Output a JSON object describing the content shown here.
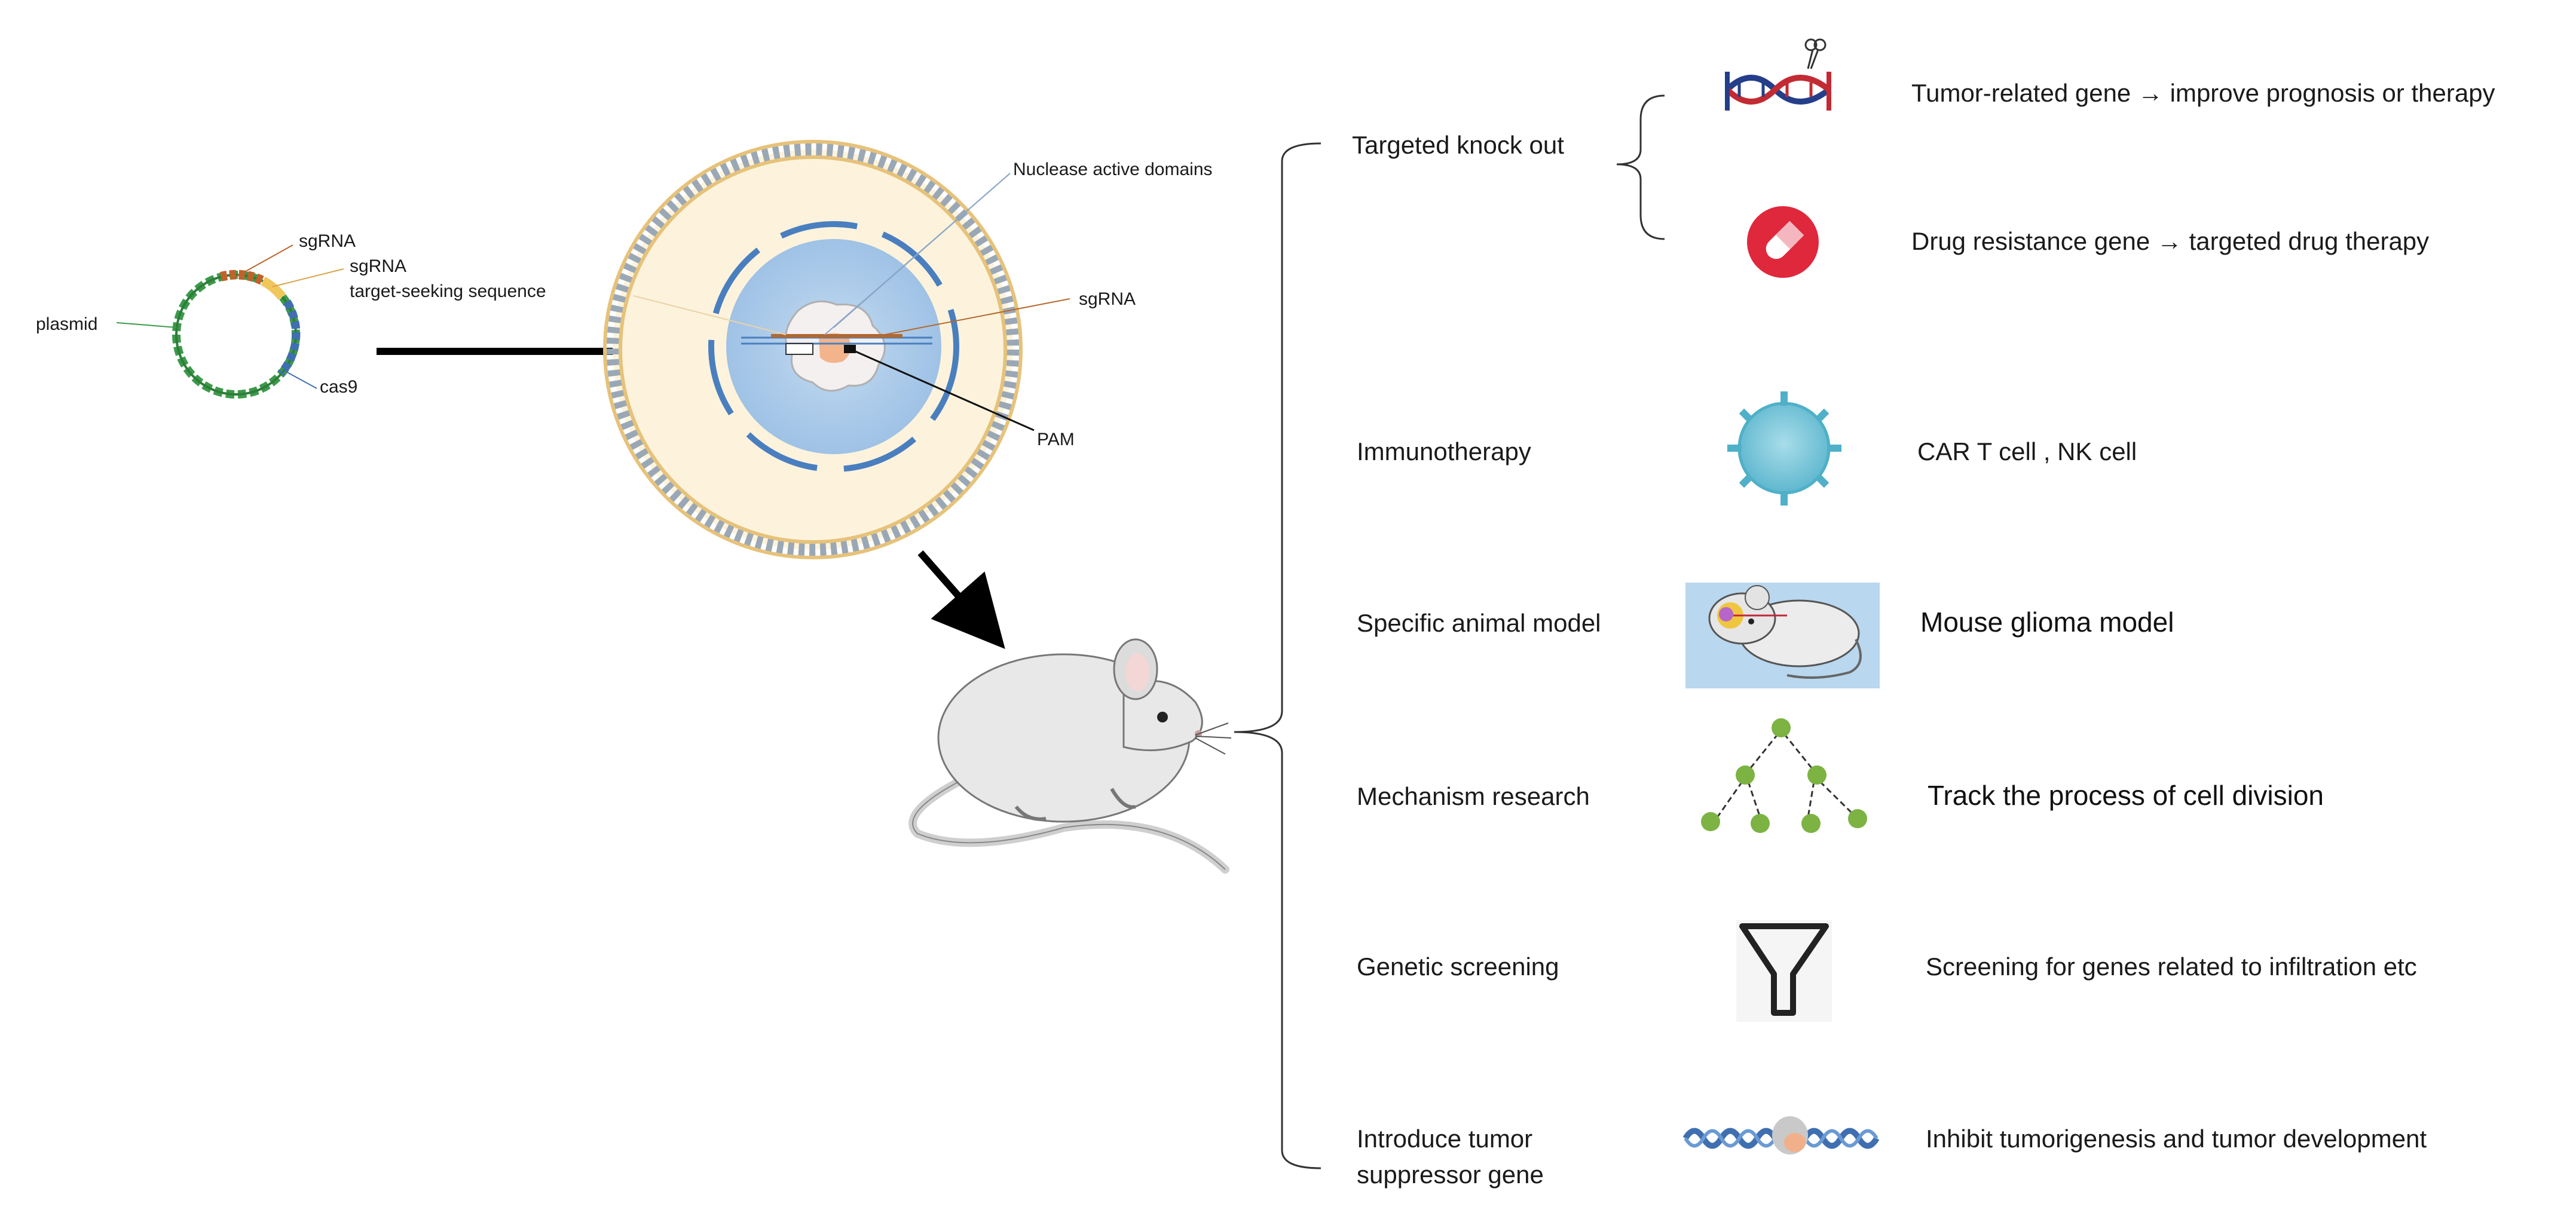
{
  "plasmid": {
    "plasmid_label": "plasmid",
    "sgrna_label": "sgRNA",
    "sgrna_seq_label_1": "sgRNA",
    "sgrna_seq_label_2": "target-seeking sequence",
    "cas9_label": "cas9"
  },
  "cell": {
    "nuclease_label": "Nuclease active domains",
    "sgrna_label": "sgRNA",
    "pam_label": "PAM"
  },
  "applications": [
    {
      "category": [
        "Targeted knock out"
      ],
      "icon": "dna-scissors-icon",
      "description": "Tumor-related gene  →  improve prognosis or therapy"
    },
    {
      "category": [],
      "icon": "pill-icon",
      "description": "Drug resistance gene → targeted drug therapy"
    },
    {
      "category": [
        "Immunotherapy"
      ],
      "icon": "t-cell-icon",
      "description": "CAR T cell , NK cell"
    },
    {
      "category": [
        "Specific animal model"
      ],
      "icon": "mouse-glioma-icon",
      "description": "Mouse glioma model"
    },
    {
      "category": [
        "Mechanism research"
      ],
      "icon": "cell-division-tree-icon",
      "description": "Track the process of cell division"
    },
    {
      "category": [
        "Genetic screening"
      ],
      "icon": "funnel-icon",
      "description": "Screening for genes related to infiltration etc"
    },
    {
      "category": [
        "Introduce tumor",
        "suppressor gene"
      ],
      "icon": "dna-strand-icon",
      "description": "Inhibit tumorigenesis and tumor development"
    }
  ],
  "colors": {
    "plasmid_green": "#3c9a4a",
    "plasmid_blue": "#3f6fb0",
    "membrane": "#b8c4d0",
    "cytoplasm": "#fdf3dc",
    "nucleus": "#a9c9e8",
    "accent_red": "#d8283b",
    "node_green": "#7cb342",
    "cell_cyan": "#7fc9dc"
  }
}
